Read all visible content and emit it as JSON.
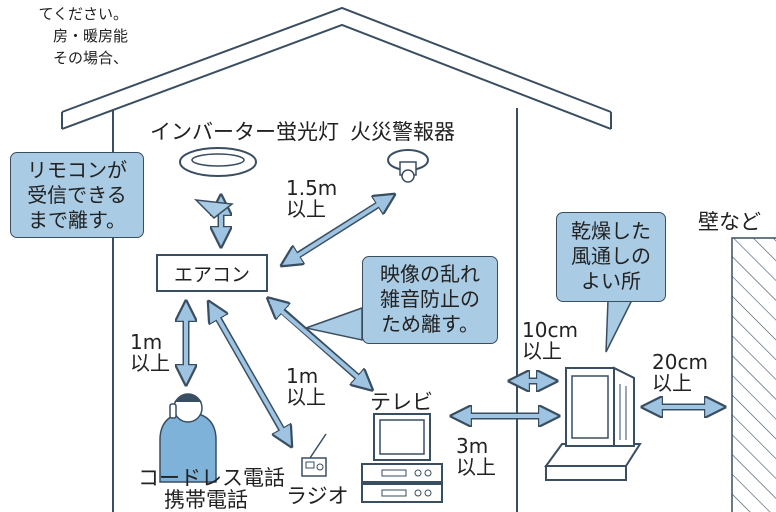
{
  "intro_lines": [
    "てください。",
    "房・暖房能",
    "その場合、"
  ],
  "labels": {
    "inverter_light": "インバーター蛍光灯",
    "fire_alarm": "火災警報器",
    "aircon": "エアコン",
    "tv": "テレビ",
    "cordless_phone": "コードレス電話",
    "mobile_phone": "携帯電話",
    "radio": "ラジオ",
    "wall": "壁など"
  },
  "callouts": {
    "remote": [
      "リモコンが",
      "受信できる",
      "まで離す。"
    ],
    "interference": [
      "映像の乱れ",
      "雑音防止の",
      "ため離す。"
    ],
    "dry_place": [
      "乾燥した",
      "風通しの",
      "よい所"
    ]
  },
  "distances": {
    "fire_alarm": [
      "1.5m",
      "以上"
    ],
    "phone": [
      "1m",
      "以上"
    ],
    "radio": [
      "1m",
      "以上"
    ],
    "tv": [
      "3m",
      "以上"
    ],
    "tv_back": [
      "10cm",
      "以上"
    ],
    "wall": [
      "20cm",
      "以上"
    ]
  },
  "colors": {
    "callout_fill": "#a9cbe4",
    "arrow_fill": "#9ec4e2",
    "line": "#3a4e62",
    "phone_shirt": "#7fb2d8"
  }
}
